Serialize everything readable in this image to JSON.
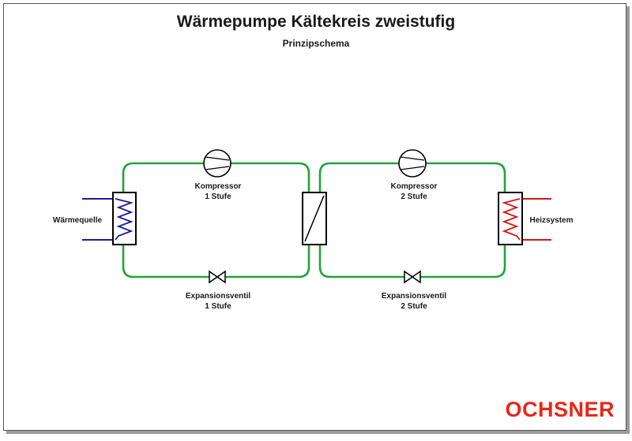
{
  "header": {
    "title": "Wärmepumpe Kältekreis zweistufig",
    "subtitle": "Prinzipschema"
  },
  "labels": {
    "source": "Wärmequelle",
    "heating": "Heizsystem",
    "compressor1": [
      "Kompressor",
      "1 Stufe"
    ],
    "compressor2": [
      "Kompressor",
      "2 Stufe"
    ],
    "valve1": [
      "Expansionsventil",
      "1 Stufe"
    ],
    "valve2": [
      "Expansionsventil",
      "2 Stufe"
    ]
  },
  "brand": {
    "logo_text": "OCHSNER"
  },
  "colors": {
    "circuit": "#22a33a",
    "source": "#1a1aa8",
    "heating": "#d41717",
    "brand": "#e8271a"
  }
}
